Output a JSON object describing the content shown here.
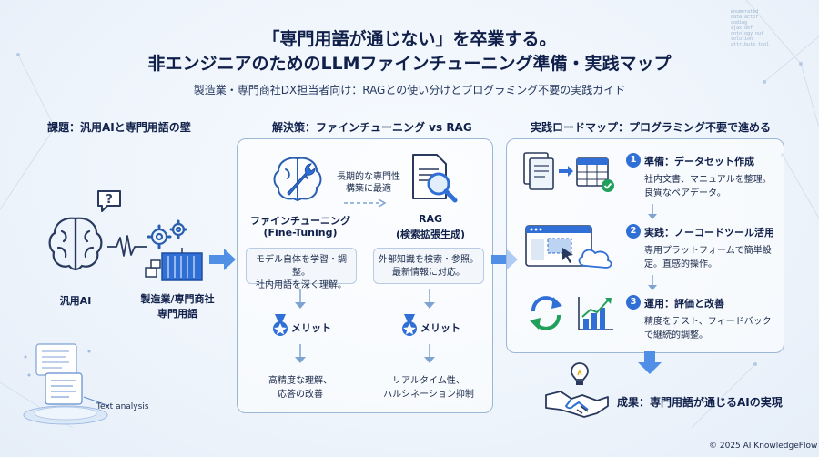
{
  "header": {
    "title_line1": "「専門用語が通じない」を卒業する。",
    "title_line2": "非エンジニアのためのLLMファインチューニング準備・実践マップ",
    "subtitle": "製造業・専門商社DX担当者向け：RAGとの使い分けとプログラミング不要の実践ガイド"
  },
  "problem": {
    "heading": "課題：汎用AIと専門用語の壁",
    "generic_ai_label": "汎用AI",
    "domain_label_line1": "製造業/専門商社",
    "domain_label_line2": "専門用語",
    "text_analysis_label": "Text analysis",
    "code_snippet": [
      "enumerated",
      "data actor",
      "coding",
      "ajax def",
      "ontology nut",
      "solution",
      "attribute tool"
    ]
  },
  "solution": {
    "heading": "解決策：ファインチューニング vs RAG",
    "fine_tuning": {
      "name_line1": "ファインチューニング",
      "name_line2": "(Fine-Tuning)",
      "desc_line1": "モデル自体を学習・調整。",
      "desc_line2": "社内用語を深く理解。",
      "merit_label": "メリット",
      "merit_line1": "高精度な理解、",
      "merit_line2": "応答の改善"
    },
    "middle_note_line1": "長期的な専門性",
    "middle_note_line2": "構築に最適",
    "rag": {
      "name_line1": "RAG",
      "name_line2": "(検索拡張生成)",
      "desc_line1": "外部知識を検索・参照。",
      "desc_line2": "最新情報に対応。",
      "merit_label": "メリット",
      "merit_line1": "リアルタイム性、",
      "merit_line2": "ハルシネーション抑制"
    }
  },
  "roadmap": {
    "heading": "実践ロードマップ：プログラミング不要で進める",
    "steps": [
      {
        "num": "1",
        "title": "準備：データセット作成",
        "desc_line1": "社内文書、マニュアルを整理。",
        "desc_line2": "良質なペアデータ。"
      },
      {
        "num": "2",
        "title": "実践：ノーコードツール活用",
        "desc_line1": "専用プラットフォームで簡単設",
        "desc_line2": "定。直感的操作。"
      },
      {
        "num": "3",
        "title": "運用：評価と改善",
        "desc_line1": "精度をテスト、フィードバック",
        "desc_line2": "で継続的調整。"
      }
    ]
  },
  "result": {
    "text": "成果：専門用語が通じるAIの実現"
  },
  "footer": {
    "copyright": "© 2025 AI KnowledgeFlow"
  },
  "colors": {
    "navy": "#10204a",
    "blue": "#2f6fd6",
    "accent": "#3b82f6",
    "panel_border": "#9cb6d6",
    "green": "#22a05b"
  }
}
